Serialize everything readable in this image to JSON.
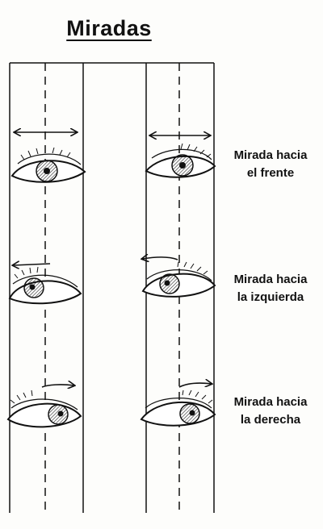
{
  "title": "Miradas",
  "captions": [
    {
      "line1": "Mirada hacia",
      "line2": "el frente"
    },
    {
      "line1": "Mirada hacia",
      "line2": "la izquierda"
    },
    {
      "line1": "Mirada hacia",
      "line2": "la derecha"
    }
  ],
  "eyes": [
    {
      "gaze": "frente"
    },
    {
      "gaze": "izquierda"
    },
    {
      "gaze": "derecha"
    }
  ],
  "colors": {
    "ink": "#111111",
    "paper": "#fdfdfb"
  }
}
